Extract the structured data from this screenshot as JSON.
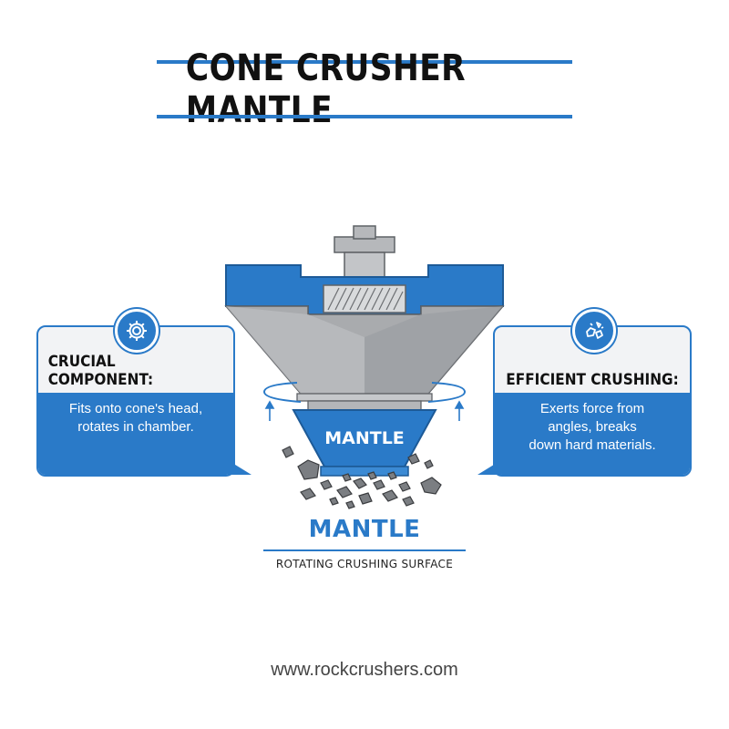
{
  "title": "CONE CRUSHER MANTLE",
  "callouts": {
    "left": {
      "heading": "CRUCIAL COMPONENT:",
      "lines": [
        "Fits onto cone's head,",
        "rotates in chamber."
      ],
      "icon": "gear-icon"
    },
    "right": {
      "heading": "EFFICIENT CRUSHING:",
      "lines": [
        "Exerts force from",
        "angles, breaks",
        "down hard materials."
      ],
      "icon": "crushing-rocks-icon"
    }
  },
  "diagram": {
    "mantle_inner_label": "MANTLE"
  },
  "label": {
    "name": "MANTLE",
    "subtitle": "ROTATING CRUSHING SURFACE"
  },
  "footer": "www.rockcrushers.com",
  "colors": {
    "accent": "#2a7ac8",
    "steel": "#a9abae",
    "dark": "#111111"
  }
}
